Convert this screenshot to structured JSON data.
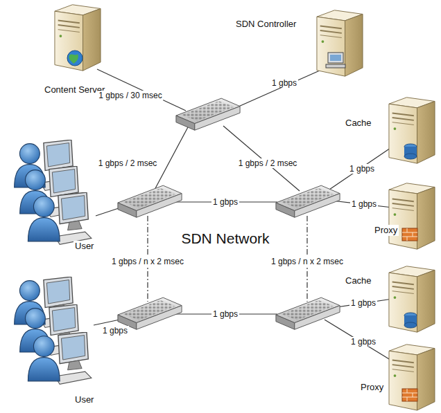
{
  "diagram": {
    "nodes": [
      {
        "text": [
          "Content Server"
        ]
      },
      {
        "text": [
          "SDN Controller"
        ]
      },
      {
        "text": [
          "Cache"
        ]
      },
      {
        "text": [
          "User"
        ]
      },
      {
        "text": [
          "Proxy"
        ]
      },
      {
        "text": [
          "Cache"
        ]
      },
      {
        "text": [
          "User"
        ]
      },
      {
        "text": [
          "Proxy"
        ]
      }
    ],
    "labels": [
      "1 gbps / 30 msec",
      "1 gbps",
      "1 gbps / 2 msec",
      "1 gbps / 2 msec",
      "1 gbps",
      "1 gbps",
      "1 gbps",
      "SDN Network",
      "1 gbps / n x 2 msec",
      "1 gbps / n x 2 msec",
      "1 gbps",
      "1 gbps",
      "1 gbps",
      "1 gbps"
    ]
  }
}
